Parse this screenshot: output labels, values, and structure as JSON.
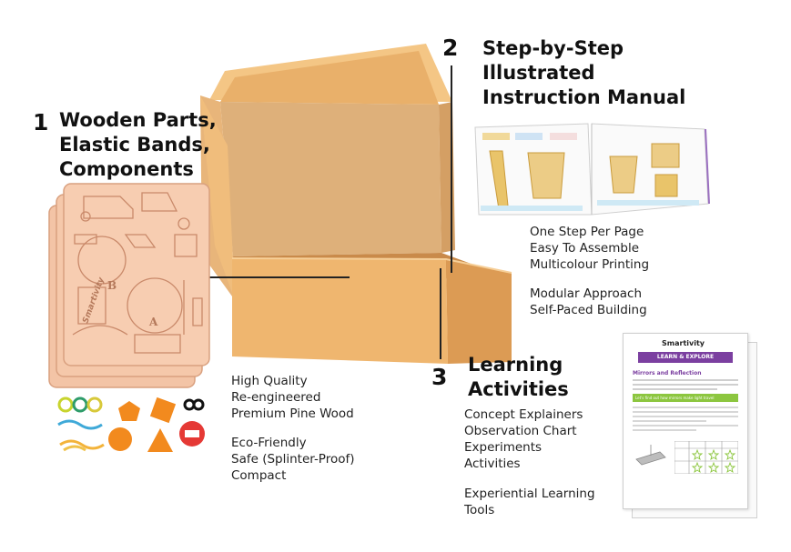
{
  "sections": [
    {
      "number": "1",
      "heading": [
        "Wooden Parts,",
        "Elastic Bands,",
        "Components"
      ],
      "groups": [
        [
          "High Quality",
          "Re-engineered",
          "Premium Pine Wood"
        ],
        [
          "Eco-Friendly",
          "Safe (Splinter-Proof)",
          "Compact"
        ]
      ]
    },
    {
      "number": "2",
      "heading": [
        "Step-by-Step",
        "Illustrated",
        "Instruction Manual"
      ],
      "groups": [
        [
          "One Step Per Page",
          "Easy To Assemble",
          "Multicolour Printing"
        ],
        [
          "Modular Approach",
          "Self-Paced Building"
        ]
      ]
    },
    {
      "number": "3",
      "heading": [
        "Learning",
        "Activities"
      ],
      "groups": [
        [
          "Concept Explainers",
          "Observation Chart",
          "Experiments",
          "Activities"
        ],
        [
          "Experiential Learning",
          "Tools"
        ]
      ]
    }
  ],
  "brand_text": "Smartivity",
  "worksheet": {
    "brand": "Smartivity",
    "banner": "LEARN & EXPLORE",
    "title": "Mirrors and Reflection",
    "subheading": "Let's find out how mirrors make light travel"
  },
  "board_letters": [
    "B",
    "A"
  ],
  "colors": {
    "box_light": "#f2c07e",
    "box_mid": "#e5a55f",
    "box_dark": "#d58f49",
    "plywood": "#f6cdb0",
    "orange": "#f28a1e",
    "red": "#e53935",
    "purple": "#7b3fa0"
  }
}
